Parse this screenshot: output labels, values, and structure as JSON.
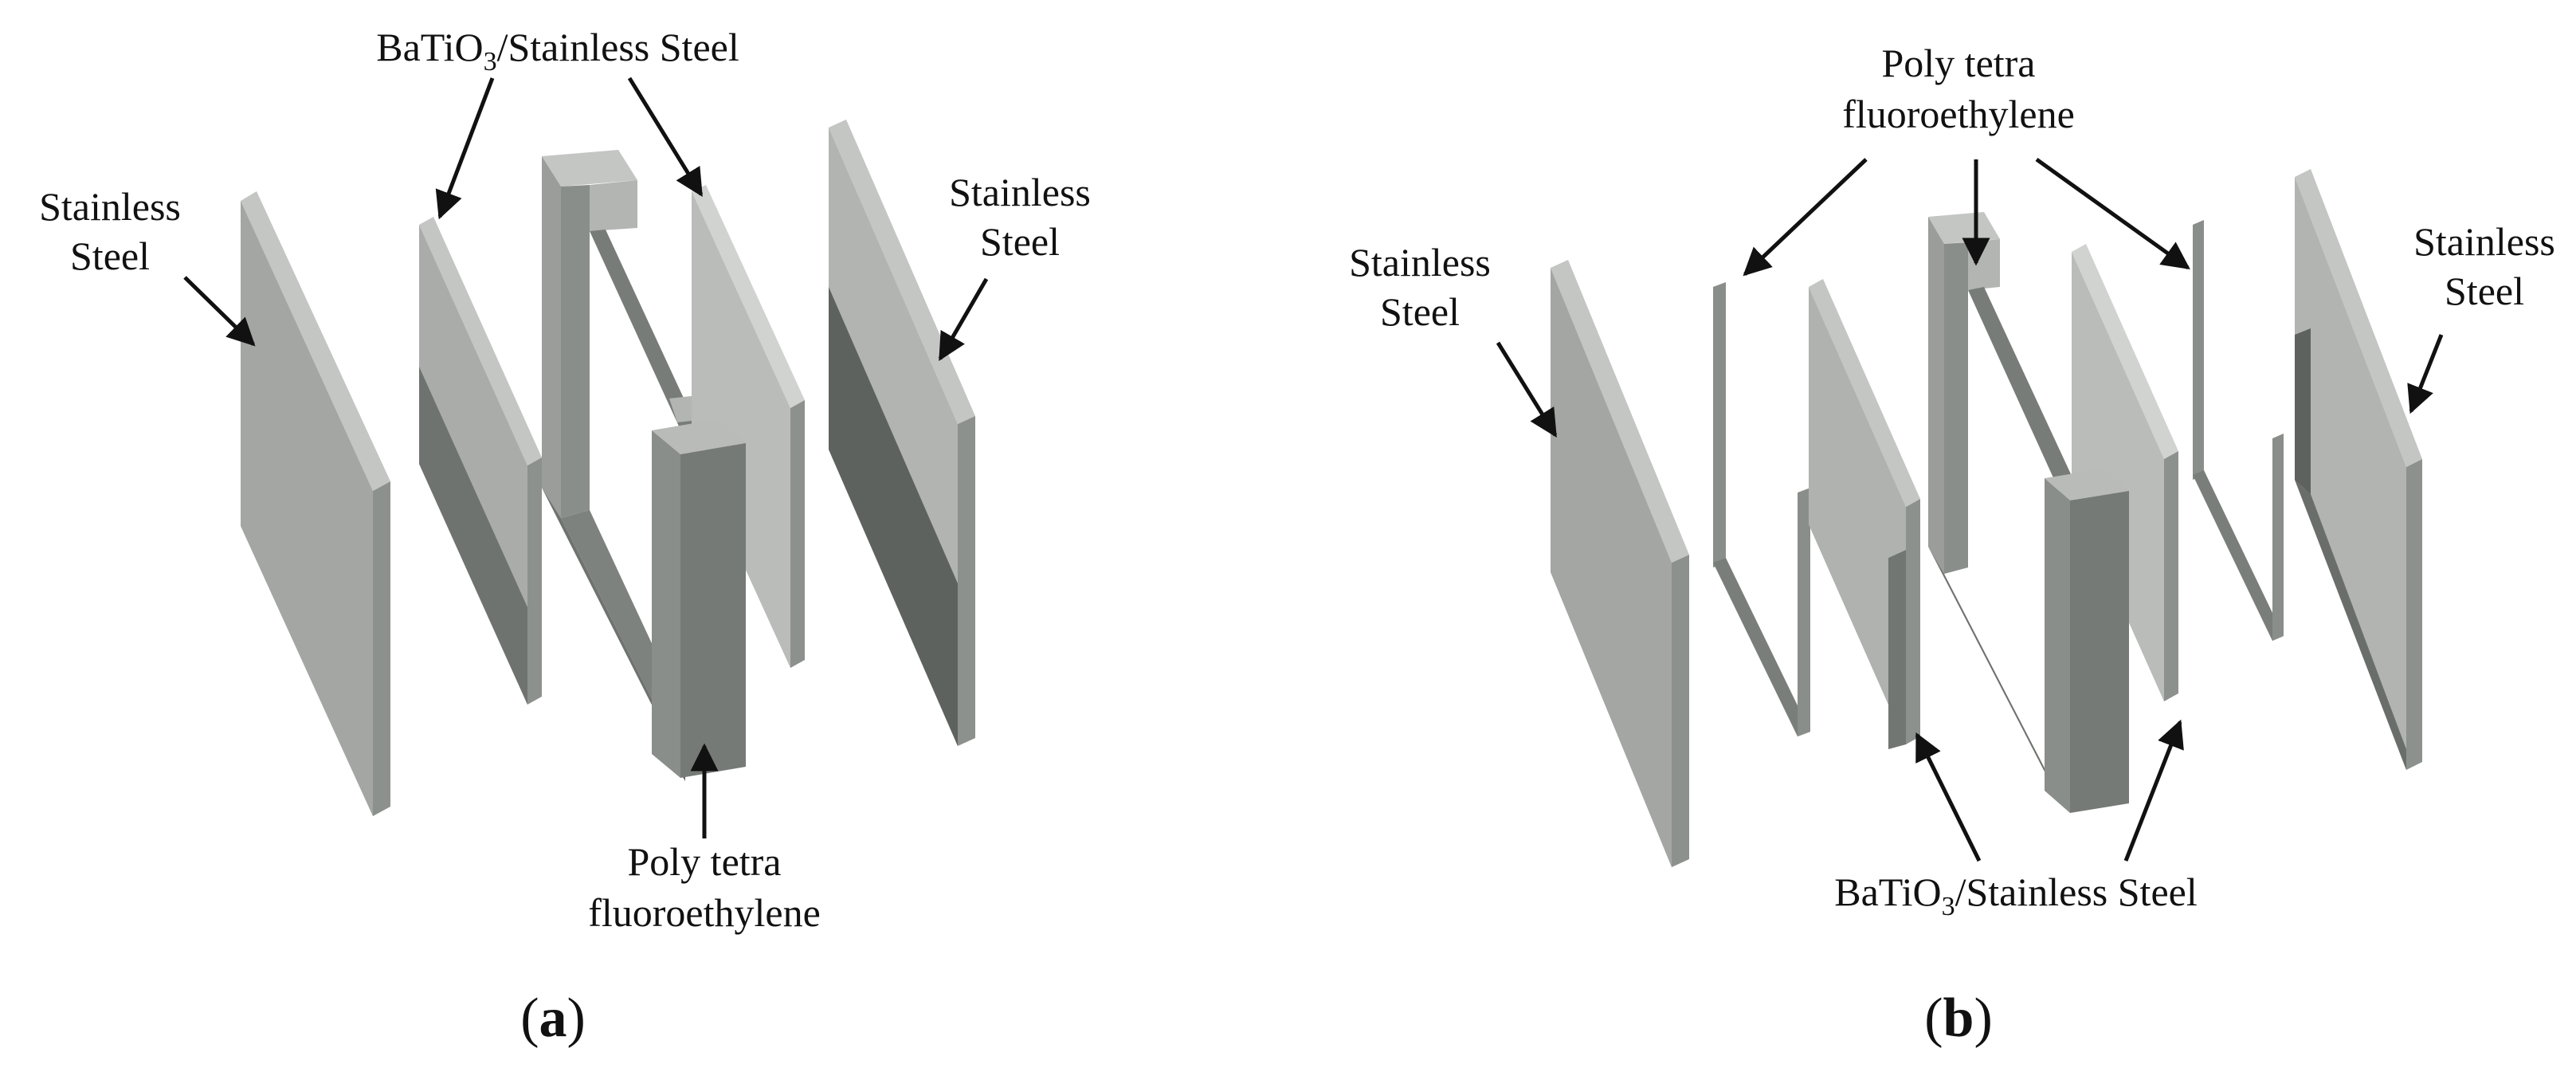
{
  "panel_a": {
    "label_steel_left_1": "Stainless",
    "label_steel_left_2": "Steel",
    "label_batio3_pre": "BaTiO",
    "label_batio3_sub": "3",
    "label_batio3_post": "/Stainless Steel",
    "label_steel_right_1": "Stainless",
    "label_steel_right_2": "Steel",
    "label_ptfe_1": "Poly tetra",
    "label_ptfe_2": "fluoroethylene",
    "caption_open": "(",
    "caption_letter": "a",
    "caption_close": ")"
  },
  "panel_b": {
    "label_ptfe_1": "Poly tetra",
    "label_ptfe_2": "fluoroethylene",
    "label_steel_left_1": "Stainless",
    "label_steel_left_2": "Steel",
    "label_steel_right_1": "Stainless",
    "label_steel_right_2": "Steel",
    "label_batio3_pre": "BaTiO",
    "label_batio3_sub": "3",
    "label_batio3_post": "/Stainless Steel",
    "caption_open": "(",
    "caption_letter": "b",
    "caption_close": ")"
  },
  "colors": {
    "plate_face": "#a3a6a3",
    "plate_light": "#c3c6c3",
    "plate_dark": "#6f736f",
    "plate_edge": "#8d918d",
    "arrow": "#111111"
  }
}
